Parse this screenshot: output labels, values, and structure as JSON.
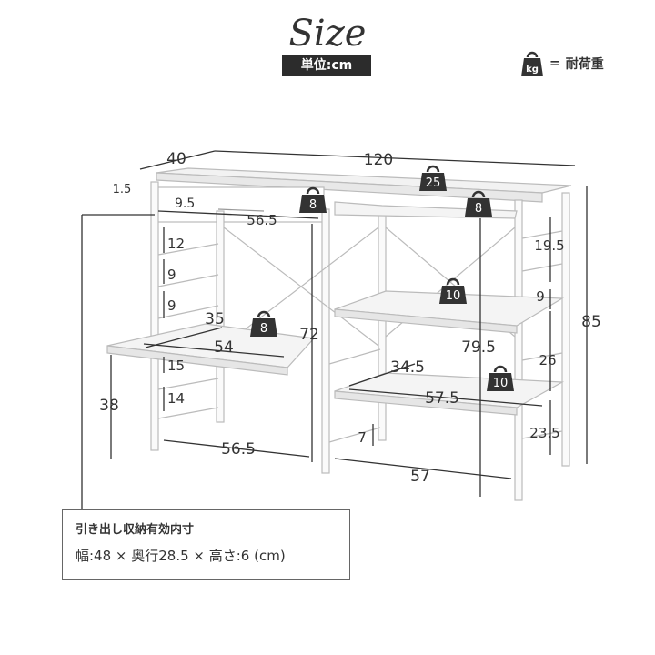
{
  "title": "Size",
  "unit_label": "単位:cm",
  "legend": {
    "icon_text": "kg",
    "equals": "=",
    "label": "耐荷重"
  },
  "dimensions": {
    "depth": "40",
    "width": "120",
    "top_thickness": "1.5",
    "drawer_height": "9.5",
    "drawer_width": "56.5",
    "gap1": "12",
    "gap2": "9",
    "gap3": "9",
    "pullout_depth": "35",
    "pullout_width": "54",
    "desk_height": "72",
    "gap4": "15",
    "gap5": "14",
    "pullout_height": "38",
    "bottom_left_width": "56.5",
    "right_top_gap": "19.5",
    "right_gap2": "9",
    "right_gap3": "26",
    "right_gap4": "23.5",
    "total_height": "85",
    "inner_height": "79.5",
    "shelf_depth": "34.5",
    "shelf_width": "57.5",
    "bottom_gap": "7",
    "bottom_right_width": "57"
  },
  "weights": {
    "top_right": "25",
    "drawer": "8",
    "upper_shelf": "8",
    "mid_shelf": "10",
    "pullout": "8",
    "low_shelf": "10"
  },
  "note": {
    "line1": "引き出し収納有効内寸",
    "line2": "幅:48 × 奥行28.5 × 高さ:6 (cm)"
  }
}
